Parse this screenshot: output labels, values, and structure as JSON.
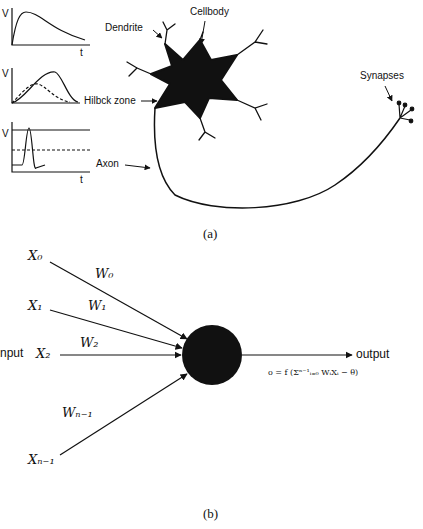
{
  "diagram": {
    "labels": [
      "V",
      "t",
      "V",
      "V",
      "t",
      "Dendrite",
      "Cellbody",
      "Hilbck zone",
      "Axon",
      "Synapses",
      "(a)",
      "X₀",
      "W₀",
      "X₁",
      "W₁",
      "nput",
      "X₂",
      "W₂",
      "Wₙ₋₁",
      "Xₙ₋₁",
      "output",
      "o = f (Σⁿ⁻¹ᵢ₌₀ WᵢXᵢ − θ)",
      "(b)"
    ]
  }
}
